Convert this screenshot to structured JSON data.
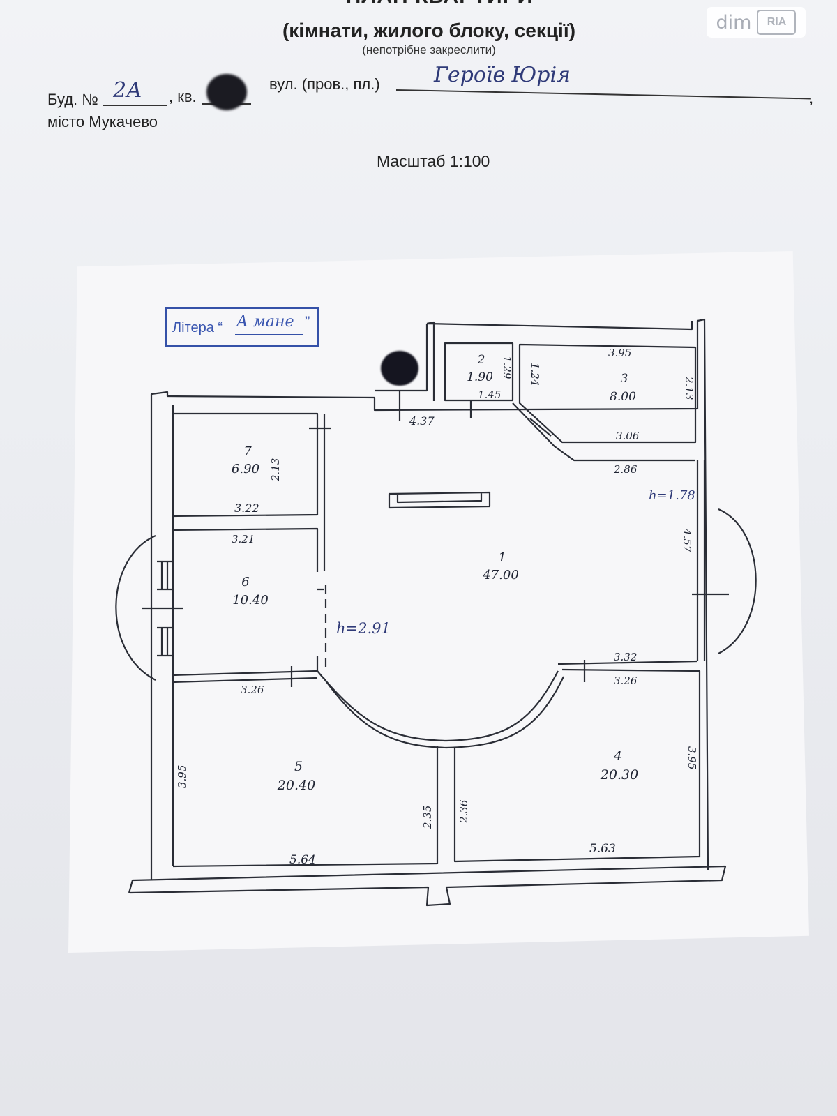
{
  "header": {
    "title": "ПЛАН КВАРТИРИ",
    "subtitle": "(кімнати, жилого блоку, секції)",
    "note": "(непотрібне закреслити)",
    "building_label": "Буд. №",
    "building_value": "2А",
    "apartment_label": ", кв.",
    "street_label": "вул. (пров., пл.)",
    "street_value": "Героїв Юрія",
    "street_end": ",",
    "city": "місто Мукачево",
    "scale": "Масштаб 1:100"
  },
  "watermark": {
    "text": "dim",
    "logo": "RIA"
  },
  "stamp": {
    "label": "Літера “",
    "value": "А мане",
    "end": "”"
  },
  "plan": {
    "rooms": [
      {
        "number": "1",
        "area": "47.00"
      },
      {
        "number": "2",
        "area": "1.90"
      },
      {
        "number": "3",
        "area": "8.00"
      },
      {
        "number": "4",
        "area": "20.30"
      },
      {
        "number": "5",
        "area": "20.40"
      },
      {
        "number": "6",
        "area": "10.40"
      },
      {
        "number": "7",
        "area": "6.90"
      }
    ],
    "dimensions": {
      "d1": "4.37",
      "d2": "1.45",
      "d3": "1.29",
      "d4": "1.24",
      "d5": "3.95",
      "d6": "2.13",
      "d7": "3.06",
      "d8": "2.86",
      "d9": "2.13",
      "d10": "3.22",
      "d11": "3.21",
      "d12": "4.57",
      "d13": "3.32",
      "d14": "3.26",
      "d15": "3.26",
      "d16": "3.95",
      "d17": "2.35",
      "d18": "2.36",
      "d19": "3.95",
      "d20": "5.64",
      "d21": "5.63"
    },
    "heights": {
      "h_main": "h=2.91",
      "h_right": "h=1.78"
    }
  },
  "colors": {
    "ink": "#1f2433",
    "stamp": "#3551a8",
    "handwriting": "#2f3a78"
  }
}
